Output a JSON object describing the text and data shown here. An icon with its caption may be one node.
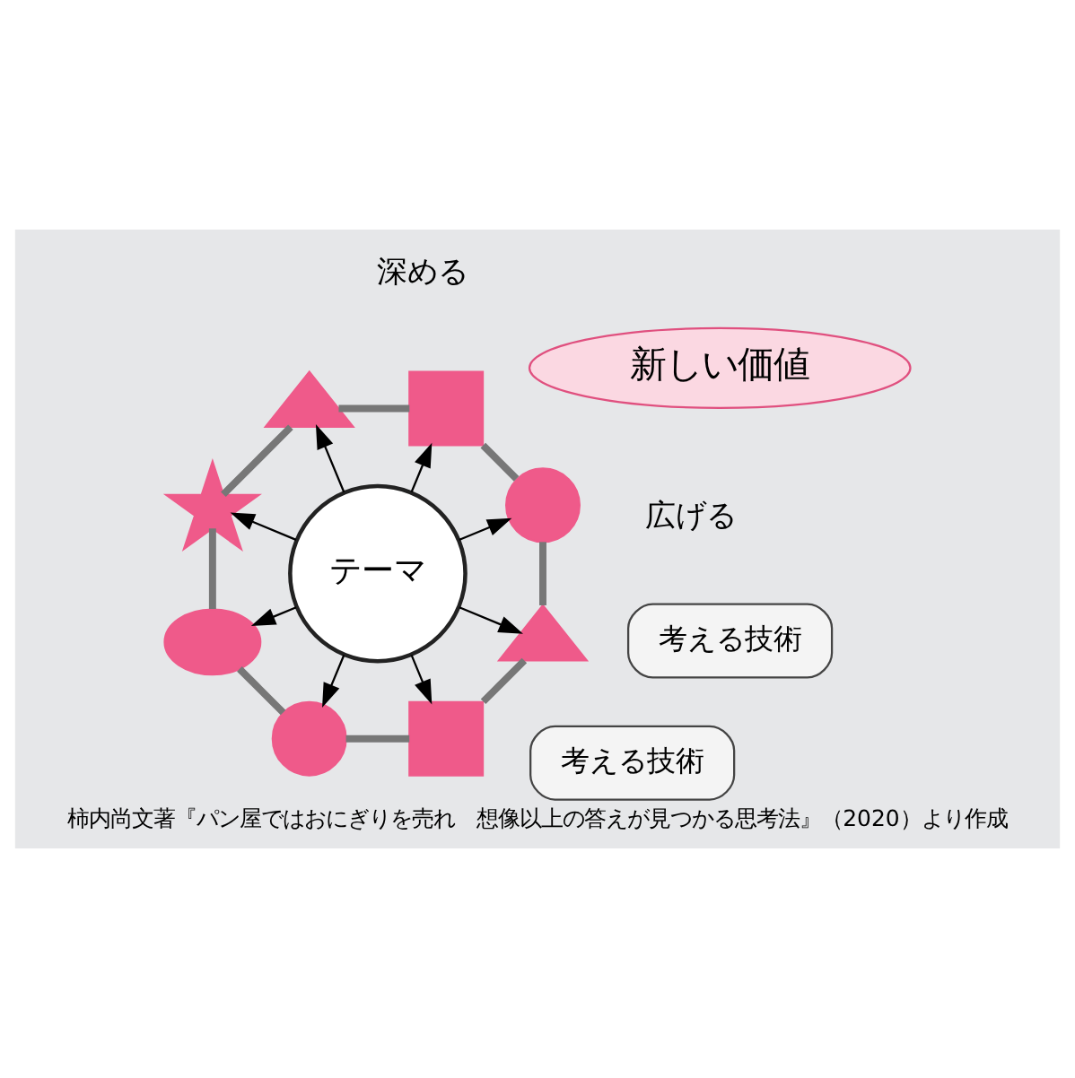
{
  "diagram": {
    "caption": "柿内尚文著『パン屋ではおにぎりを売れ　想像以上の答えが見つかる思考法』（2020）より作成",
    "nodes": [
      {
        "text": [
          "テーマ"
        ]
      },
      {
        "text": [],
        "shape": "circle"
      },
      {
        "text": [],
        "shape": "box"
      },
      {
        "text": [],
        "shape": "triangle"
      },
      {
        "text": [],
        "shape": "star"
      },
      {
        "text": [],
        "shape": "cloud"
      },
      {
        "text": [],
        "shape": "circle"
      },
      {
        "text": [],
        "shape": "box"
      },
      {
        "text": [],
        "shape": "triangle"
      },
      {
        "text": [
          "考える技術"
        ]
      },
      {
        "text": [
          "考える技術"
        ]
      },
      {
        "text": [
          "新しい価値"
        ]
      }
    ],
    "edges": [
      {
        "from": 0,
        "to": 1,
        "arrow": "to"
      },
      {
        "from": 0,
        "to": 2,
        "arrow": "to"
      },
      {
        "from": 0,
        "to": 3,
        "arrow": "to"
      },
      {
        "from": 0,
        "to": 4,
        "arrow": "to"
      },
      {
        "from": 0,
        "to": 5,
        "arrow": "to"
      },
      {
        "from": 0,
        "to": 6,
        "arrow": "to"
      },
      {
        "from": 0,
        "to": 7,
        "arrow": "to"
      },
      {
        "from": 0,
        "to": 8,
        "arrow": "to"
      },
      {
        "from": 1,
        "to": 2,
        "arrow": "none",
        "style": "thick",
        "color": "#777777"
      },
      {
        "from": 2,
        "to": 3,
        "arrow": "none",
        "style": "thick",
        "color": "#777777"
      },
      {
        "from": 3,
        "to": 4,
        "arrow": "none",
        "style": "thick",
        "color": "#777777"
      },
      {
        "from": 4,
        "to": 5,
        "arrow": "none",
        "style": "thick",
        "color": "#777777"
      },
      {
        "from": 5,
        "to": 6,
        "arrow": "none",
        "style": "thick",
        "color": "#777777"
      },
      {
        "from": 6,
        "to": 7,
        "arrow": "none",
        "style": "thick",
        "color": "#777777"
      },
      {
        "from": 7,
        "to": 8,
        "arrow": "none",
        "style": "thick",
        "color": "#777777"
      },
      {
        "from": 8,
        "to": 1,
        "arrow": "none",
        "style": "thick",
        "color": "#777777"
      }
    ],
    "labels": [
      "広げる",
      "深める"
    ]
  }
}
